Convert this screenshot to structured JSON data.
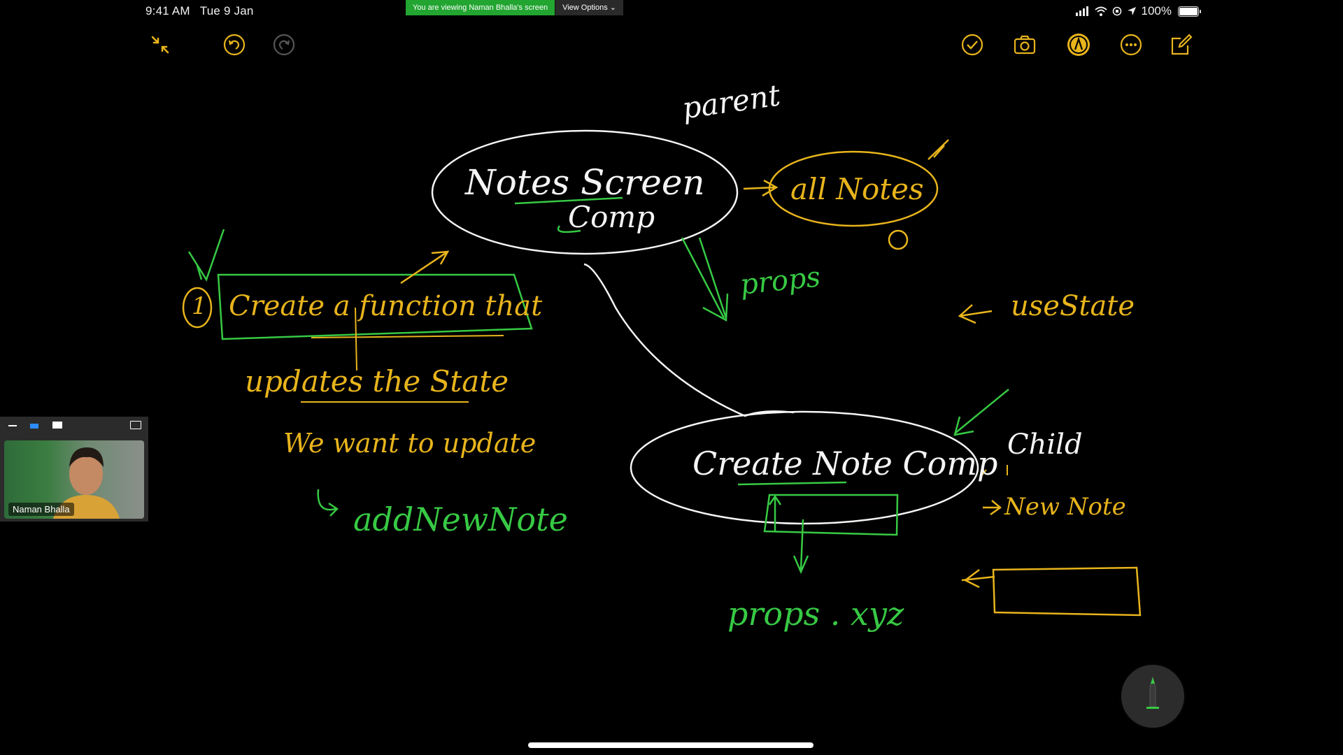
{
  "status": {
    "time": "9:41 AM",
    "date": "Tue 9 Jan",
    "battery": "100%"
  },
  "share": {
    "banner": "You are viewing Naman Bhalla's screen",
    "view_options": "View Options"
  },
  "toolbar": {
    "left": [
      "collapse-icon",
      "undo-icon",
      "redo-icon"
    ],
    "right": [
      "checkmark-icon",
      "camera-icon",
      "markup-pen-icon",
      "more-icon",
      "compose-icon"
    ],
    "accent": "#e8b41c"
  },
  "notes": {
    "parent": "parent",
    "notes_screen": "Notes Screen",
    "comp": "Comp",
    "all_notes": "all Notes",
    "props": "props",
    "use_state": "useState",
    "step_number": "1",
    "create_function": "Create a function that",
    "updates_state": "updates the State",
    "we_want": "We want to update",
    "add_new_note": "addNewNote",
    "create_note_comp": "Create Note Comp",
    "child": "Child",
    "new_note": "New Note",
    "props_xyz": "props . xyz"
  },
  "video": {
    "participant": "Naman Bhalla"
  },
  "colors": {
    "white_ink": "#f5f5f5",
    "green_ink": "#37c944",
    "yellow_ink": "#e8b41c",
    "banner": "#22a531"
  }
}
